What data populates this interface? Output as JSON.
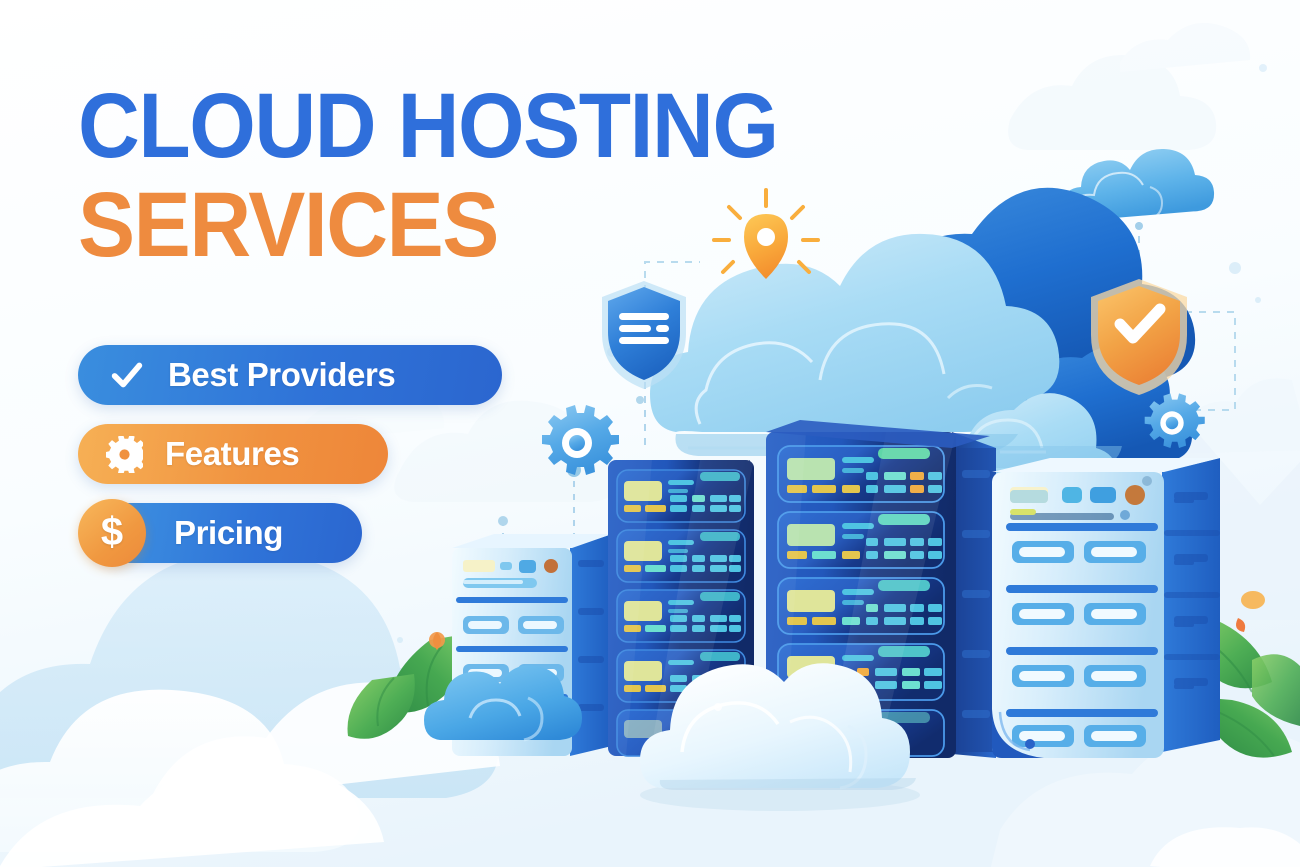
{
  "poster": {
    "title_line1": "CLOUD HOSTING",
    "title_line2": "SERVICES",
    "title_color_line1": "#2f6fdb",
    "title_color_line2": "#ee8b3f",
    "background_color": "#f8fcff"
  },
  "pills": [
    {
      "label": "Best Providers",
      "icon": "check-icon",
      "bg_start": "#3a8ede",
      "bg_end": "#2b66cf",
      "text_color": "#ffffff"
    },
    {
      "label": "Features",
      "icon": "gear-icon",
      "bg_start": "#f6b055",
      "bg_end": "#ee8639",
      "text_color": "#ffffff"
    },
    {
      "label": "Pricing",
      "icon": "dollar-icon",
      "icon_glyph": "$",
      "bg_start": "#3f95e2",
      "bg_end": "#2b66cf",
      "badge_start": "#f8b85c",
      "badge_end": "#ed8a3a",
      "text_color": "#ffffff"
    }
  ],
  "illustration": {
    "elements": [
      {
        "name": "main-cloud",
        "color": "#a9dcf5"
      },
      {
        "name": "main-cloud-shadow",
        "color": "#1f6fd0"
      },
      {
        "name": "top-right-cloud",
        "color": "#6bbdee"
      },
      {
        "name": "foreground-cloud",
        "color": "#f2fbff"
      },
      {
        "name": "small-blue-cloud",
        "color": "#59b4ec"
      },
      {
        "name": "document-shield-icon",
        "color": "#2f7fd8"
      },
      {
        "name": "check-shield-icon",
        "color": "#f2a346"
      },
      {
        "name": "lightbulb-pin-icon",
        "color": "#f9ae3d"
      },
      {
        "name": "gear-icon-left",
        "color": "#56a8e8"
      },
      {
        "name": "gear-icon-right",
        "color": "#63b2ed"
      },
      {
        "name": "server-rack-center",
        "color": "#18347e"
      },
      {
        "name": "server-rack-left",
        "color": "#1c47a0"
      },
      {
        "name": "server-rack-small-left",
        "color": "#bfe3f7"
      },
      {
        "name": "server-rack-right",
        "color": "#cfe9fa"
      },
      {
        "name": "leaf-left",
        "color": "#4caf50"
      },
      {
        "name": "leaf-right",
        "color": "#3aa84c"
      }
    ],
    "rack_indicator_colors": [
      "#7fe3c9",
      "#5fd3bd",
      "#e8e07a",
      "#f2c94c",
      "#4fc3e8",
      "#6fd6a8"
    ]
  }
}
